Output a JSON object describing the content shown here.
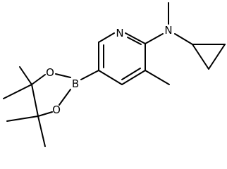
{
  "molecule": {
    "atoms": {
      "ring_nitrogen": "N",
      "amine_nitrogen": "N",
      "boron": "B",
      "oxygen_upper": "O",
      "oxygen_lower": "O"
    },
    "colors": {
      "bond": "#000000",
      "background": "#ffffff"
    }
  }
}
